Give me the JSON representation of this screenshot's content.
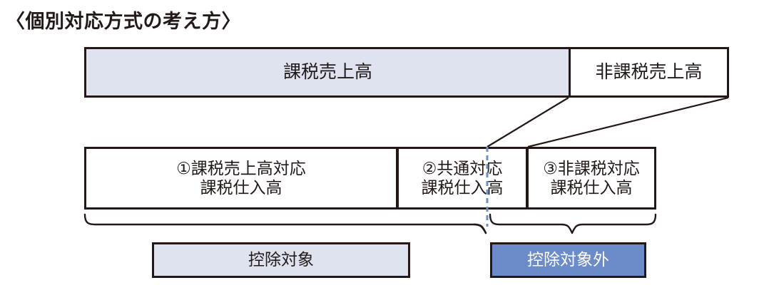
{
  "title": "〈個別対応方式の考え方〉",
  "colors": {
    "pale_fill": "#dfe3ef",
    "blue_fill": "#6b8bc9",
    "outline": "#231815",
    "dashed_guide": "#6e8fc4",
    "white": "#ffffff"
  },
  "sales_row": {
    "taxable": {
      "label": "課税売上高",
      "fill": "#dfe3ef"
    },
    "nontaxable": {
      "label": "非課税売上高",
      "fill": "#ffffff"
    }
  },
  "purchase_row": [
    {
      "id": "taxable-corresponding",
      "line1": "①課税売上高対応",
      "line2": "課税仕入高",
      "fill": "#ffffff"
    },
    {
      "id": "common-corresponding",
      "line1": "②共通対応",
      "line2": "課税仕入高",
      "fill": "#ffffff"
    },
    {
      "id": "nontaxable-corresponding",
      "line1": "③非課税対応",
      "line2": "課税仕入高",
      "fill": "#ffffff"
    }
  ],
  "result_row": {
    "deductible": {
      "label": "控除対象",
      "fill": "#dfe3ef",
      "text_color": "#221a18"
    },
    "nondeductible": {
      "label": "控除対象外",
      "fill": "#6b8bc9",
      "text_color": "#ffffff"
    }
  },
  "connectors": {
    "left_brace_label": "控除対象ブレース",
    "right_brace_label": "控除対象外ブレース",
    "dashed_divider_label": "共通対応按分点"
  }
}
